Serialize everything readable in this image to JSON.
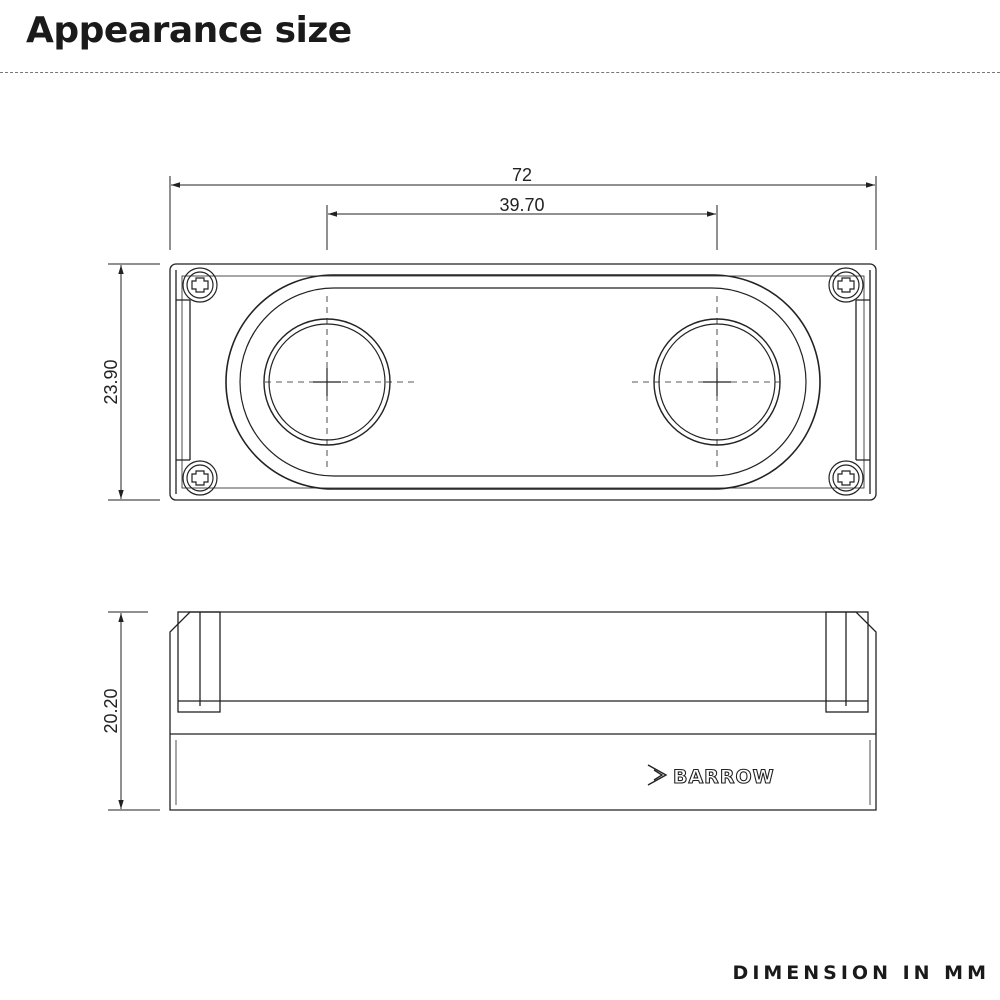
{
  "title": "Appearance size",
  "footer": "DIMENSION IN MM",
  "dimensions": {
    "overall_width": "72",
    "port_spacing": "39.70",
    "height_top_view": "23.90",
    "height_side_view": "20.20"
  },
  "brand": "BARROW"
}
